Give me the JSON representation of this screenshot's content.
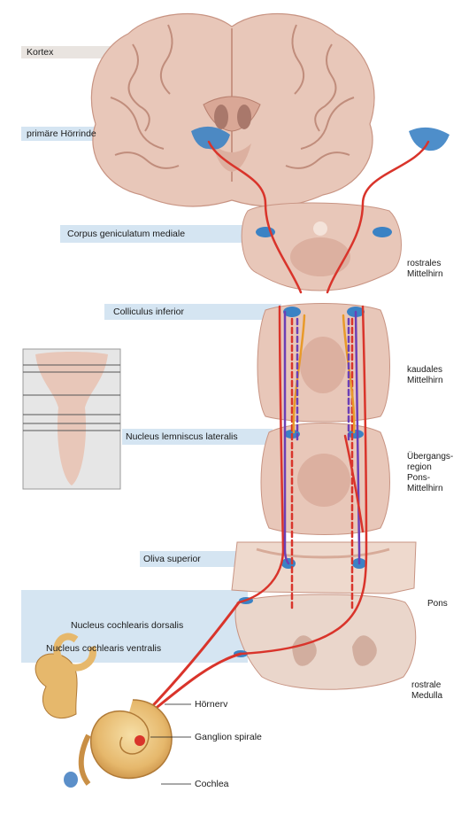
{
  "labels": {
    "kortex": "Kortex",
    "primary_auditory_cortex": "primäre Hörrinde",
    "mgn": "Corpus geniculatum mediale",
    "colliculus_inferior": "Colliculus inferior",
    "nucleus_lemniscus_lateralis": "Nucleus lemniscus lateralis",
    "oliva_superior": "Oliva superior",
    "nucleus_cochlearis_dorsalis": "Nucleus cochlearis dorsalis",
    "nucleus_cochlearis_ventralis": "Nucleus cochlearis ventralis",
    "hoernerv": "Hörnerv",
    "ganglion_spirale": "Ganglion spirale",
    "cochlea": "Cochlea"
  },
  "region_labels": {
    "rostrales_mittelhirn": [
      "rostrales",
      "Mittelhirn"
    ],
    "kaudales_mittelhirn": [
      "kaudales",
      "Mittelhirn"
    ],
    "uebergangsregion": [
      "Übergangs-",
      "region",
      "Pons-",
      "Mittelhirn"
    ],
    "pons": [
      "Pons"
    ],
    "rostrale_medulla": [
      "rostrale",
      "Medulla"
    ]
  },
  "colors": {
    "label_band": "#d5e5f2",
    "kortex_band": "#e9e4e0",
    "tissue": "#e8c7b9",
    "tissue_dark": "#cf9d8d",
    "pathway_red": "#d9342b",
    "pathway_orange": "#e89a2a",
    "pathway_purple": "#6c3fb5",
    "nucleus_blue": "#3b82c4"
  }
}
